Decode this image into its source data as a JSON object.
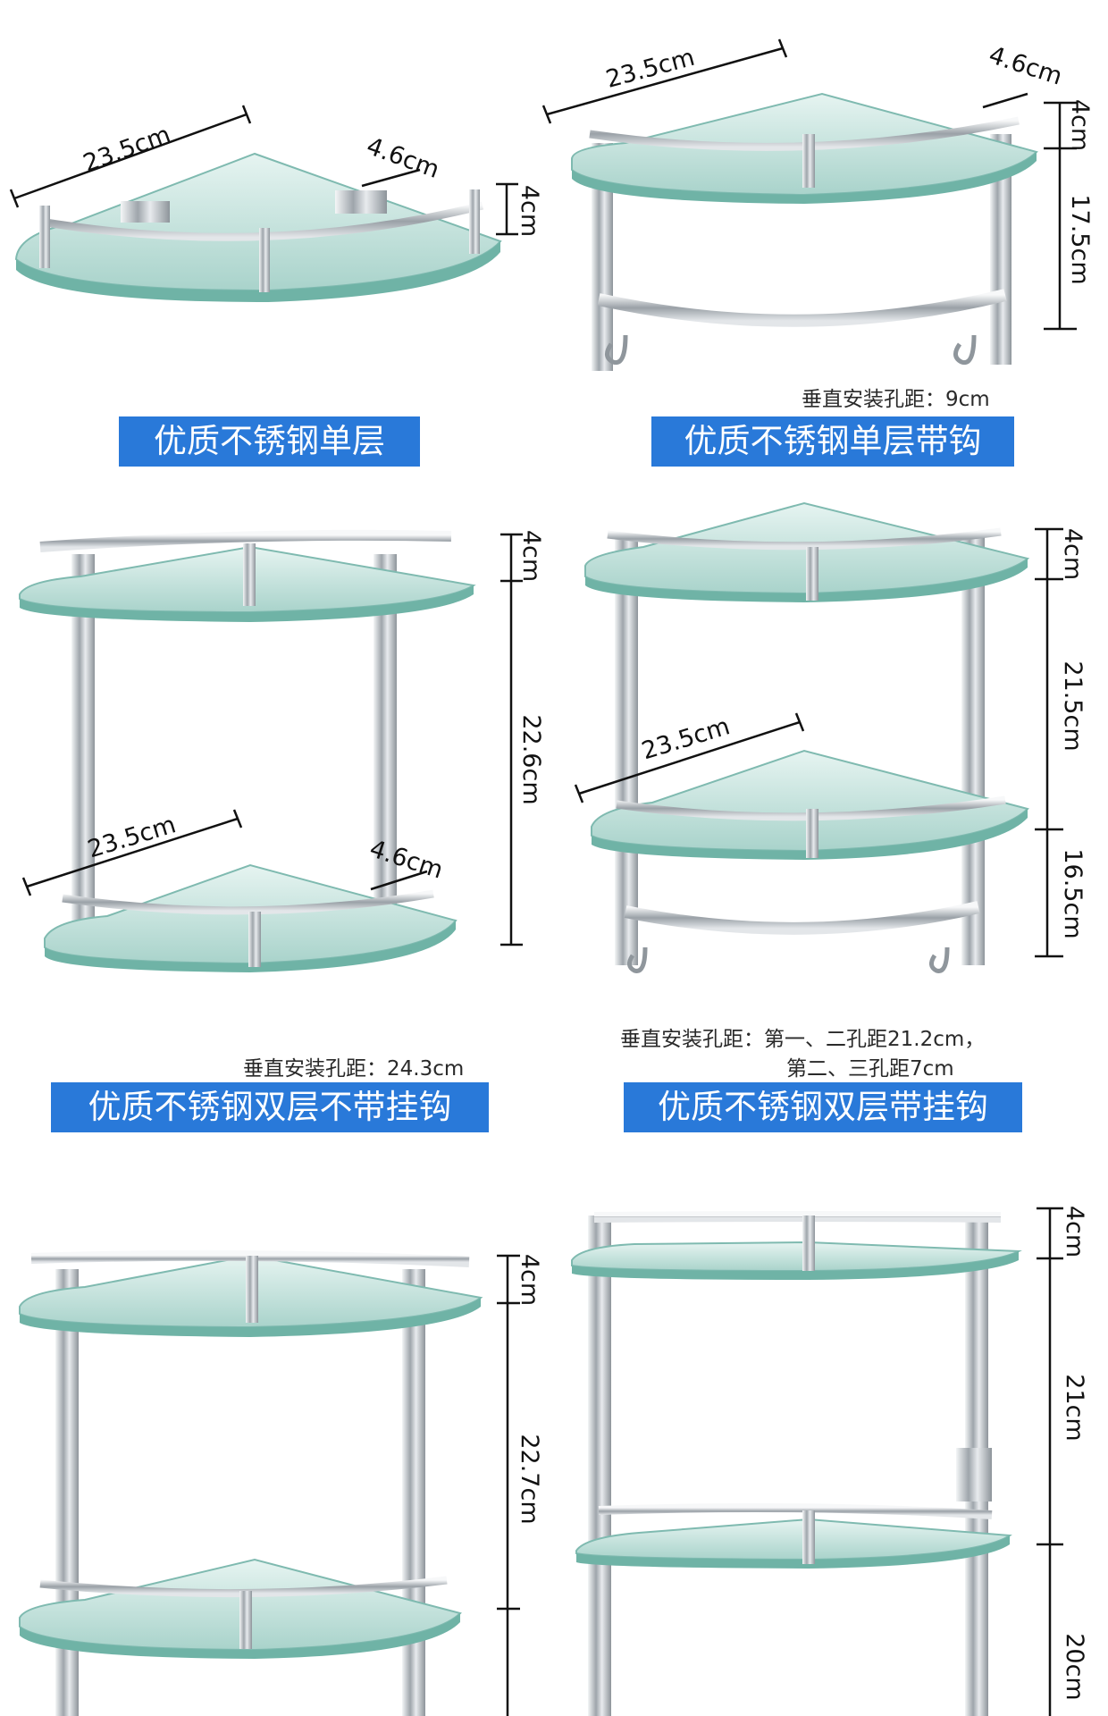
{
  "products": [
    {
      "title": "优质不锈钢单层",
      "dimensions": {
        "width": "23.5cm",
        "depth": "4.6cm",
        "rail": "4cm"
      }
    },
    {
      "title": "优质不锈钢单层带钩",
      "dimensions": {
        "width": "23.5cm",
        "depth": "4.6cm",
        "rail": "4cm",
        "height": "17.5cm"
      },
      "note": "垂直安装孔距：9cm"
    },
    {
      "title": "优质不锈钢双层不带挂钩",
      "dimensions": {
        "width": "23.5cm",
        "depth": "4.6cm",
        "rail": "4cm",
        "height": "22.6cm"
      },
      "note": "垂直安装孔距：24.3cm"
    },
    {
      "title": "优质不锈钢双层带挂钩",
      "dimensions": {
        "width": "23.5cm",
        "rail": "4cm",
        "height_upper": "21.5cm",
        "height_lower": "16.5cm"
      },
      "note_line1": "垂直安装孔距：第一、二孔距21.2cm，",
      "note_line2": "第二、三孔距7cm"
    },
    {
      "dimensions": {
        "rail": "4cm",
        "height": "22.7cm"
      }
    },
    {
      "dimensions": {
        "rail": "4cm",
        "height_upper": "21cm",
        "height_lower": "20cm"
      }
    }
  ],
  "colors": {
    "banner": "#2979d9",
    "banner_text": "#ffffff",
    "glass": "#b9ddd7",
    "steel": "#c9ced2",
    "dimension_line": "#111111"
  }
}
